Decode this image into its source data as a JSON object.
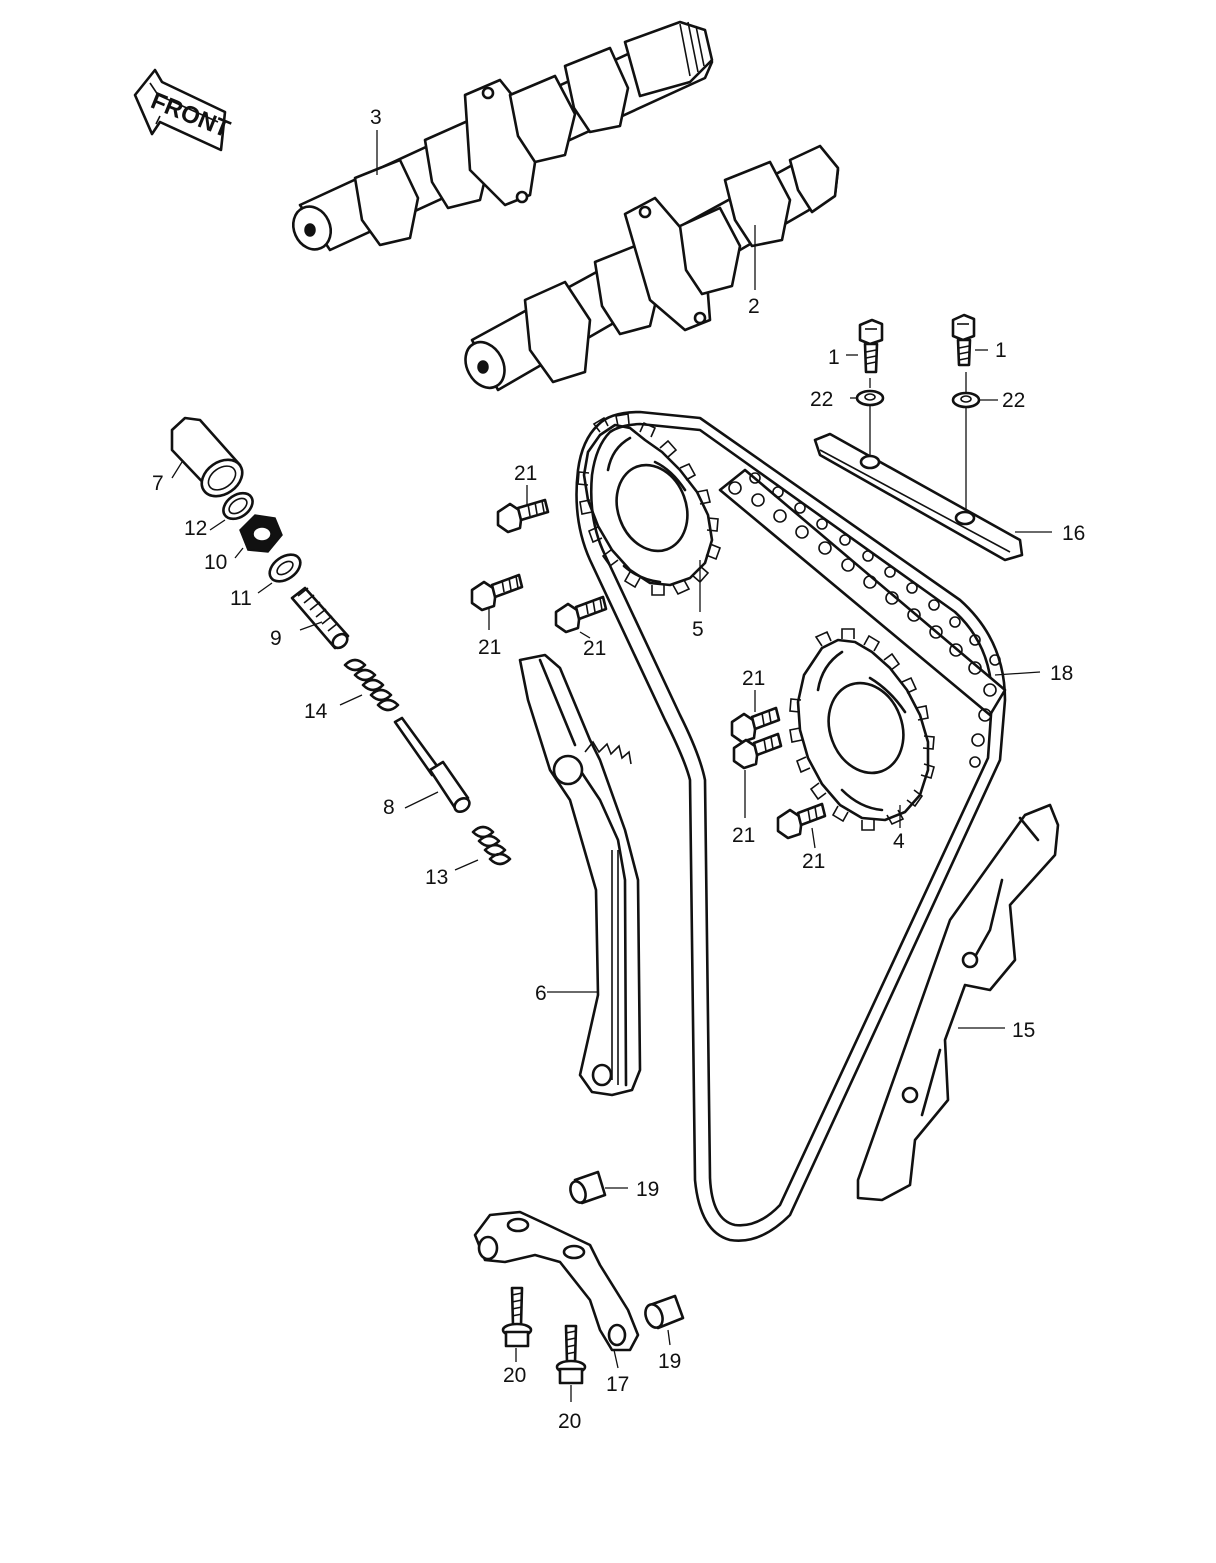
{
  "front_arrow": {
    "text": "FRONT"
  },
  "callouts": {
    "c1a": "1",
    "c1b": "1",
    "c2": "2",
    "c3": "3",
    "c4": "4",
    "c5": "5",
    "c6": "6",
    "c7": "7",
    "c8": "8",
    "c9": "9",
    "c10": "10",
    "c11": "11",
    "c12": "12",
    "c13": "13",
    "c14": "14",
    "c15": "15",
    "c16": "16",
    "c17": "17",
    "c18": "18",
    "c19a": "19",
    "c19b": "19",
    "c20a": "20",
    "c20b": "20",
    "c21a": "21",
    "c21b": "21",
    "c21c": "21",
    "c21d": "21",
    "c21e": "21",
    "c21f": "21",
    "c22a": "22",
    "c22b": "22"
  }
}
